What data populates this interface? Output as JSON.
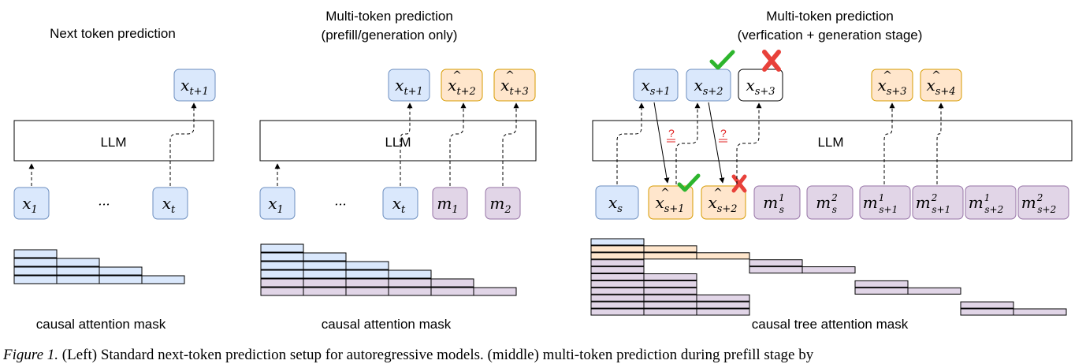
{
  "colors": {
    "blue_fill": "#dae8fc",
    "blue_stroke": "#6c8ebf",
    "orange_fill": "#ffe6cc",
    "orange_stroke": "#d79b00",
    "purple_fill": "#e1d5e7",
    "purple_stroke": "#9673a6",
    "check": "#2db52d",
    "cross": "#e8413a",
    "question": "#e02020"
  },
  "panels": [
    {
      "title_lines": [
        "Next token prediction"
      ],
      "llm_label": "LLM",
      "outputs": [
        {
          "base": "x",
          "hat": false,
          "sub": "t+1",
          "color": "blue"
        }
      ],
      "inputs": [
        {
          "base": "x",
          "hat": false,
          "sub": "1",
          "color": "blue"
        },
        {
          "ellipsis": "···"
        },
        {
          "base": "x",
          "hat": false,
          "sub": "t",
          "color": "blue"
        }
      ],
      "mask_label": "causal attention mask"
    },
    {
      "title_lines": [
        "Multi-token prediction",
        "(prefill/generation only)"
      ],
      "llm_label": "LLM",
      "outputs": [
        {
          "base": "x",
          "hat": false,
          "sub": "t+1",
          "color": "blue"
        },
        {
          "base": "x",
          "hat": true,
          "sub": "t+2",
          "color": "orange"
        },
        {
          "base": "x",
          "hat": true,
          "sub": "t+3",
          "color": "orange"
        }
      ],
      "inputs": [
        {
          "base": "x",
          "hat": false,
          "sub": "1",
          "color": "blue"
        },
        {
          "ellipsis": "···"
        },
        {
          "base": "x",
          "hat": false,
          "sub": "t",
          "color": "blue"
        },
        {
          "base": "m",
          "hat": false,
          "sub": "1",
          "color": "purple"
        },
        {
          "base": "m",
          "hat": false,
          "sub": "2",
          "color": "purple"
        }
      ],
      "mask_label": "causal attention mask"
    },
    {
      "title_lines": [
        "Multi-token prediction",
        "(verfication + generation stage)"
      ],
      "llm_label": "LLM",
      "outputs": [
        {
          "base": "x",
          "hat": false,
          "sub": "s+1",
          "color": "blue"
        },
        {
          "base": "x",
          "hat": false,
          "sub": "s+2",
          "color": "blue",
          "mark": "check"
        },
        {
          "base": "x",
          "hat": false,
          "sub": "s+3",
          "color": "white",
          "mark": "cross"
        },
        {
          "base": "x",
          "hat": true,
          "sub": "s+3",
          "color": "orange"
        },
        {
          "base": "x",
          "hat": true,
          "sub": "s+4",
          "color": "orange"
        }
      ],
      "inputs": [
        {
          "base": "x",
          "hat": false,
          "sub": "s",
          "color": "blue"
        },
        {
          "base": "x",
          "hat": true,
          "sub": "s+1",
          "color": "orange",
          "mark": "check"
        },
        {
          "base": "x",
          "hat": true,
          "sub": "s+2",
          "color": "orange",
          "mark": "cross"
        },
        {
          "base": "m",
          "hat": false,
          "sub": "s",
          "sup": "1",
          "color": "purple"
        },
        {
          "base": "m",
          "hat": false,
          "sub": "s",
          "sup": "2",
          "color": "purple"
        },
        {
          "base": "m",
          "hat": false,
          "sub": "s+1",
          "sup": "1",
          "color": "purple"
        },
        {
          "base": "m",
          "hat": false,
          "sub": "s+1",
          "sup": "2",
          "color": "purple"
        },
        {
          "base": "m",
          "hat": false,
          "sub": "s+2",
          "sup": "1",
          "color": "purple"
        },
        {
          "base": "m",
          "hat": false,
          "sub": "s+2",
          "sup": "2",
          "color": "purple"
        }
      ],
      "verify_mark": "?",
      "mask_label": "causal tree attention mask"
    }
  ],
  "caption": {
    "figure_label": "Figure 1.",
    "text": " (Left) Standard next-token prediction setup for autoregressive models. (middle) multi-token prediction during prefill stage by"
  }
}
